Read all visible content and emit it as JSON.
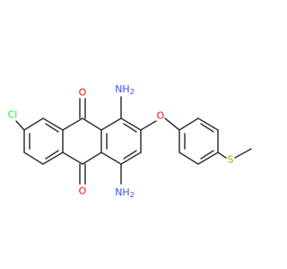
{
  "molecule": {
    "labels": {
      "o_top": "O",
      "o_bottom": "O",
      "o_ether": "O",
      "nh2_top": "NH",
      "nh2_top_sub": "2",
      "nh2_bottom": "NH",
      "nh2_bottom_sub": "2",
      "cl": "Cl",
      "s": "S"
    },
    "colors": {
      "bond": "#333333",
      "oxygen": "#ff0d0d",
      "nitrogen": "#3050f8",
      "chlorine": "#1ff01f",
      "sulfur": "#b8a000"
    }
  }
}
